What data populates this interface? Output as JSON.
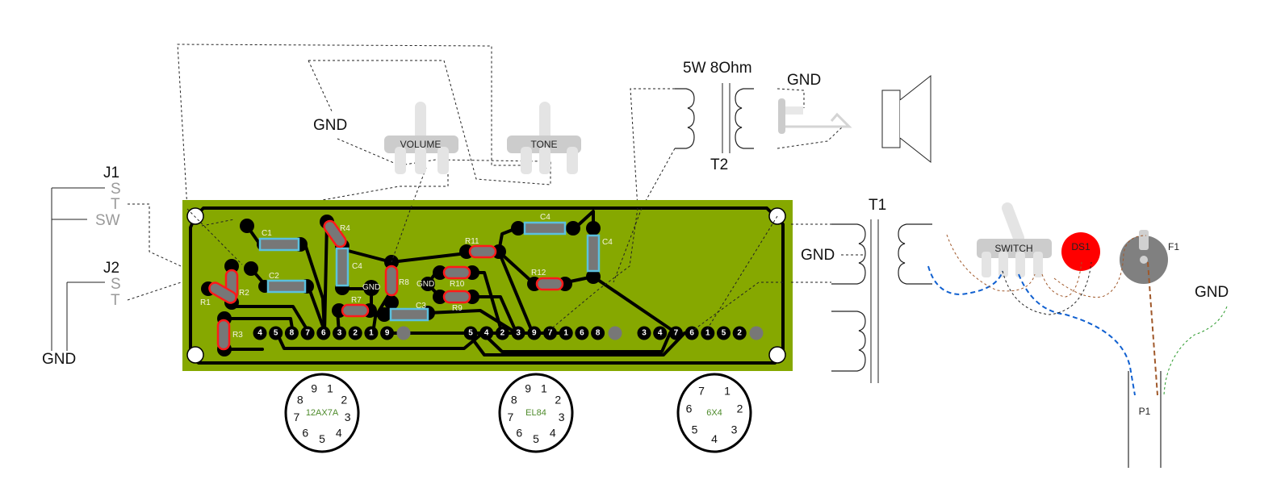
{
  "title": "Tube amplifier layout (turret/PCB wiring diagram)",
  "colors": {
    "pcb": "#86a800",
    "trace": "#000000",
    "resistor_outline": "#ff1a1a",
    "capacitor_outline": "#5bc0de",
    "component_body": "#777777",
    "lamp": "#ff0000",
    "fuse": "#808080",
    "pot_body": "#cccccc",
    "wire_blue": "#1060d0",
    "wire_brown": "#a0582a",
    "wire_green": "#2a9a2a",
    "socket_label": "#4d8a2a"
  },
  "jacks": {
    "j1": {
      "label": "J1",
      "pins": [
        "S",
        "T",
        "SW"
      ]
    },
    "j2": {
      "label": "J2",
      "pins": [
        "S",
        "T"
      ]
    },
    "gnd": "GND"
  },
  "pots": [
    {
      "id": "volume",
      "label": "VOLUME"
    },
    {
      "id": "tone",
      "label": "TONE"
    }
  ],
  "gnd_labels": [
    "GND",
    "GND",
    "GND",
    "GND",
    "GND"
  ],
  "output_transformer": {
    "rating": "5W 8Ohm",
    "label": "T2",
    "gnd": "GND"
  },
  "power_transformer": {
    "label": "T1",
    "gnd": "GND"
  },
  "components": {
    "resistors": [
      "R1",
      "R2",
      "R3",
      "R4",
      "R7",
      "R8",
      "R9",
      "R10",
      "R11",
      "R12"
    ],
    "capacitors": [
      "C1",
      "C2",
      "C3",
      "C4",
      "C4",
      "C4"
    ],
    "pcb_gnd": [
      "GND",
      "GND"
    ]
  },
  "pin_rows": {
    "row1": [
      "4",
      "5",
      "8",
      "7",
      "6",
      "3",
      "2",
      "1",
      "9"
    ],
    "row2": [
      "5",
      "4",
      "2",
      "3",
      "9",
      "7",
      "1",
      "6",
      "8"
    ],
    "row3": [
      "3",
      "4",
      "7",
      "6",
      "1",
      "5",
      "2"
    ]
  },
  "sockets": [
    {
      "name": "12AX7A",
      "pins": [
        "1",
        "2",
        "3",
        "4",
        "5",
        "6",
        "7",
        "8",
        "9"
      ]
    },
    {
      "name": "EL84",
      "pins": [
        "1",
        "2",
        "3",
        "4",
        "5",
        "6",
        "7",
        "8",
        "9"
      ]
    },
    {
      "name": "6X4",
      "pins": [
        "1",
        "2",
        "3",
        "4",
        "5",
        "6",
        "7"
      ]
    }
  ],
  "power": {
    "switch": "SWITCH",
    "lamp": "DS1",
    "fuse": "F1",
    "plug": "P1",
    "gnd": "GND"
  }
}
